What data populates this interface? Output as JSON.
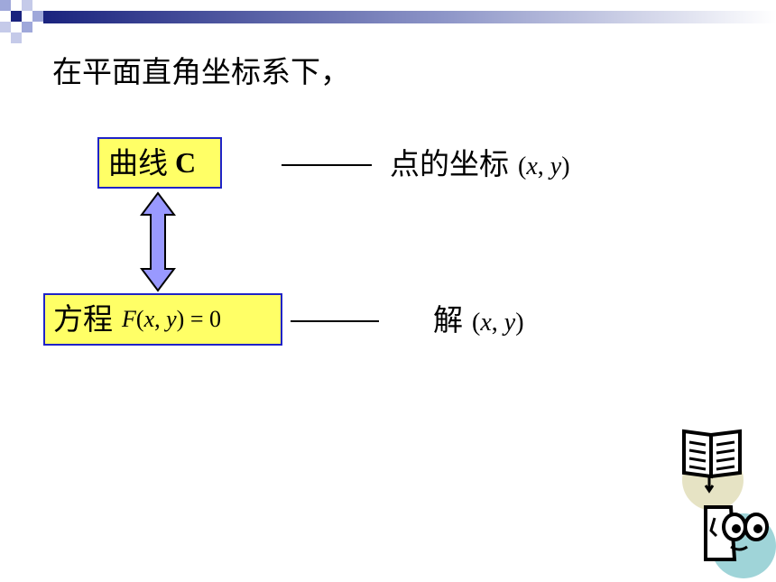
{
  "heading": "在平面直角坐标系下，",
  "curve_box": {
    "label_cn": "曲线",
    "label_letter": "C"
  },
  "curve_desc": {
    "label": "点的坐标",
    "coords": [
      "(",
      "x",
      ", ",
      "y",
      ")"
    ]
  },
  "equation_box": {
    "label_cn": "方程",
    "func": "F",
    "open": "(",
    "x": "x",
    "sep": ", ",
    "y": "y",
    "close_eq": ") = 0"
  },
  "equation_desc": {
    "label": "解",
    "coords": [
      "(",
      "x",
      ", ",
      "y",
      ")"
    ]
  },
  "colors": {
    "box_fill": "#ffff66",
    "box_border": "#1f23c8",
    "arrow_fill": "#9999ff",
    "deco_navy": "#1a237e"
  },
  "icons": [
    "open-book-icon",
    "reading-student-icon",
    "double-arrow-icon"
  ]
}
